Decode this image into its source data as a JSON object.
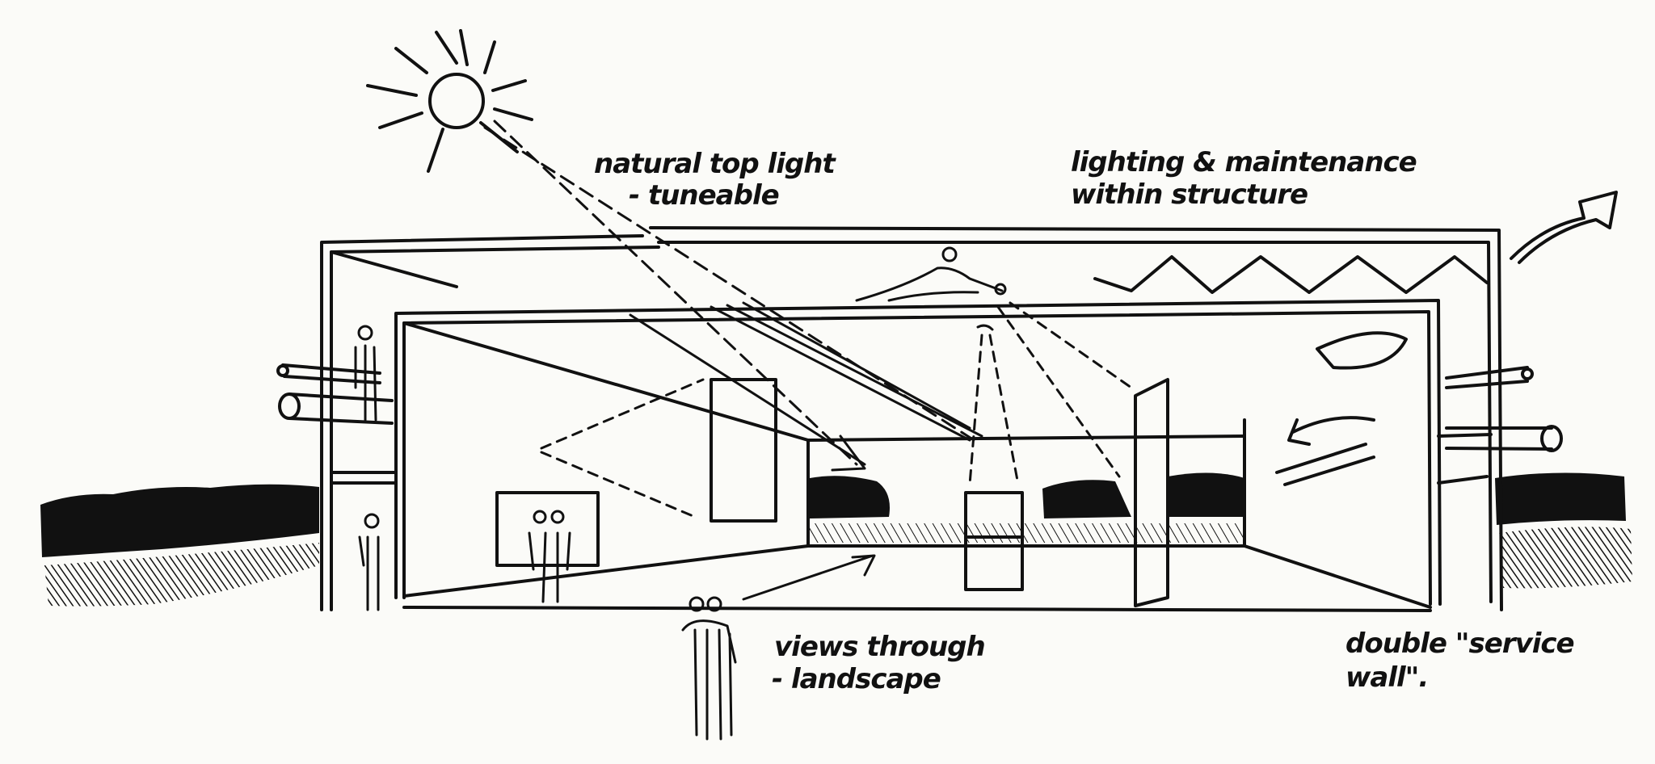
{
  "annotations": {
    "top_light": [
      "natural top light",
      "- tuneable"
    ],
    "lighting": [
      "lighting & maintenance",
      "within structure"
    ],
    "views": [
      "views through",
      "- landscape"
    ],
    "service_wall": [
      "double \"service",
      "wall\"."
    ]
  },
  "colors": {
    "ink": "#111111",
    "paper": "#fbfbf8"
  }
}
